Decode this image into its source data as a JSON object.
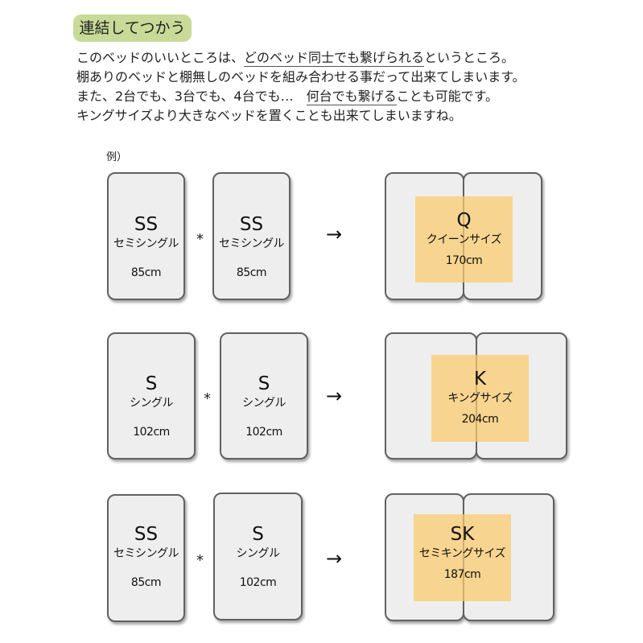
{
  "section_label": "連結してつかう",
  "intro": {
    "line1_pre": "このベッドのいいところは、",
    "line1_underline": "どのベッド同士でも繋げられる",
    "line1_post": "というところ。",
    "line2": "棚ありのベッドと棚無しのベッドを組み合わせる事だって出来てしまいます。",
    "line3_pre": "また、2台でも、3台でも、4台でも…　",
    "line3_underline": "何台でも繋げる",
    "line3_post": "ことも可能です。",
    "line4": "キングサイズより大きなベッドを置くことも出来てしまいますね。"
  },
  "example_label": "例）",
  "operator": "*",
  "arrow": "→",
  "rows": [
    {
      "left": {
        "code": "SS",
        "name": "セミシングル",
        "width": "85cm"
      },
      "right": {
        "code": "SS",
        "name": "セミシングル",
        "width": "85cm"
      },
      "result": {
        "code": "Q",
        "name": "クイーンサイズ",
        "width": "170cm"
      }
    },
    {
      "left": {
        "code": "S",
        "name": "シングル",
        "width": "102cm"
      },
      "right": {
        "code": "S",
        "name": "シングル",
        "width": "102cm"
      },
      "result": {
        "code": "K",
        "name": "キングサイズ",
        "width": "204cm"
      }
    },
    {
      "left": {
        "code": "SS",
        "name": "セミシングル",
        "width": "85cm"
      },
      "right": {
        "code": "S",
        "name": "シングル",
        "width": "102cm"
      },
      "result": {
        "code": "SK",
        "name": "セミキングサイズ",
        "width": "187cm"
      }
    }
  ],
  "colors": {
    "badge": "#c7da98",
    "bed_fill": "#eeeeee",
    "bed_border": "#616161",
    "overlay": "#fbcb6b"
  }
}
